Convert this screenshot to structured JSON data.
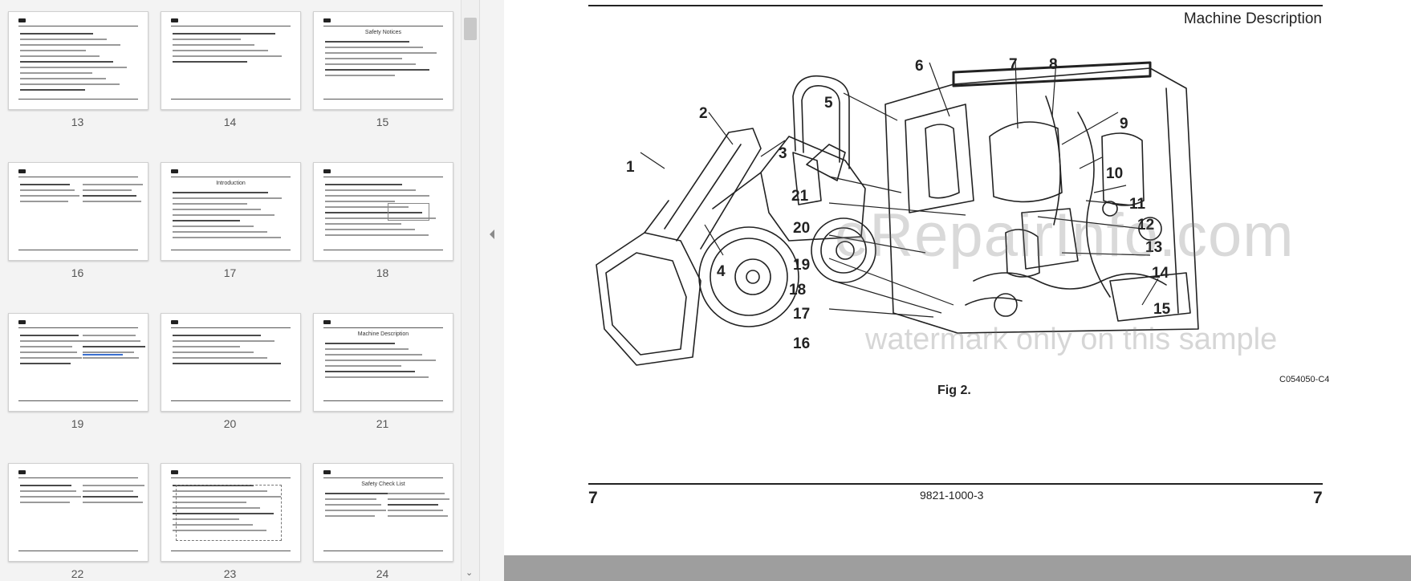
{
  "thumbnails": [
    {
      "page": "13",
      "label": "13"
    },
    {
      "page": "14",
      "label": "14"
    },
    {
      "page": "15",
      "label": "15",
      "title": "Safety Notices"
    },
    {
      "page": "16",
      "label": "16"
    },
    {
      "page": "17",
      "label": "17",
      "title": "Introduction"
    },
    {
      "page": "18",
      "label": "18"
    },
    {
      "page": "19",
      "label": "19"
    },
    {
      "page": "20",
      "label": "20"
    },
    {
      "page": "21",
      "label": "21",
      "title": "Machine Description"
    },
    {
      "page": "22",
      "label": "22"
    },
    {
      "page": "23",
      "label": "23"
    },
    {
      "page": "24",
      "label": "24",
      "title": "Safety Check List"
    }
  ],
  "page": {
    "section_title": "Machine Description",
    "figure_caption": "Fig 2.",
    "figure_code": "C054050-C4",
    "page_number_left": "7",
    "page_number_right": "7",
    "document_code": "9821-1000-3",
    "callouts": [
      "1",
      "2",
      "3",
      "4",
      "5",
      "6",
      "7",
      "8",
      "9",
      "10",
      "11",
      "12",
      "13",
      "14",
      "15",
      "16",
      "17",
      "18",
      "19",
      "20",
      "21"
    ]
  },
  "watermark": {
    "main": "eRepairInfo.com",
    "sub": "watermark only on this sample"
  }
}
